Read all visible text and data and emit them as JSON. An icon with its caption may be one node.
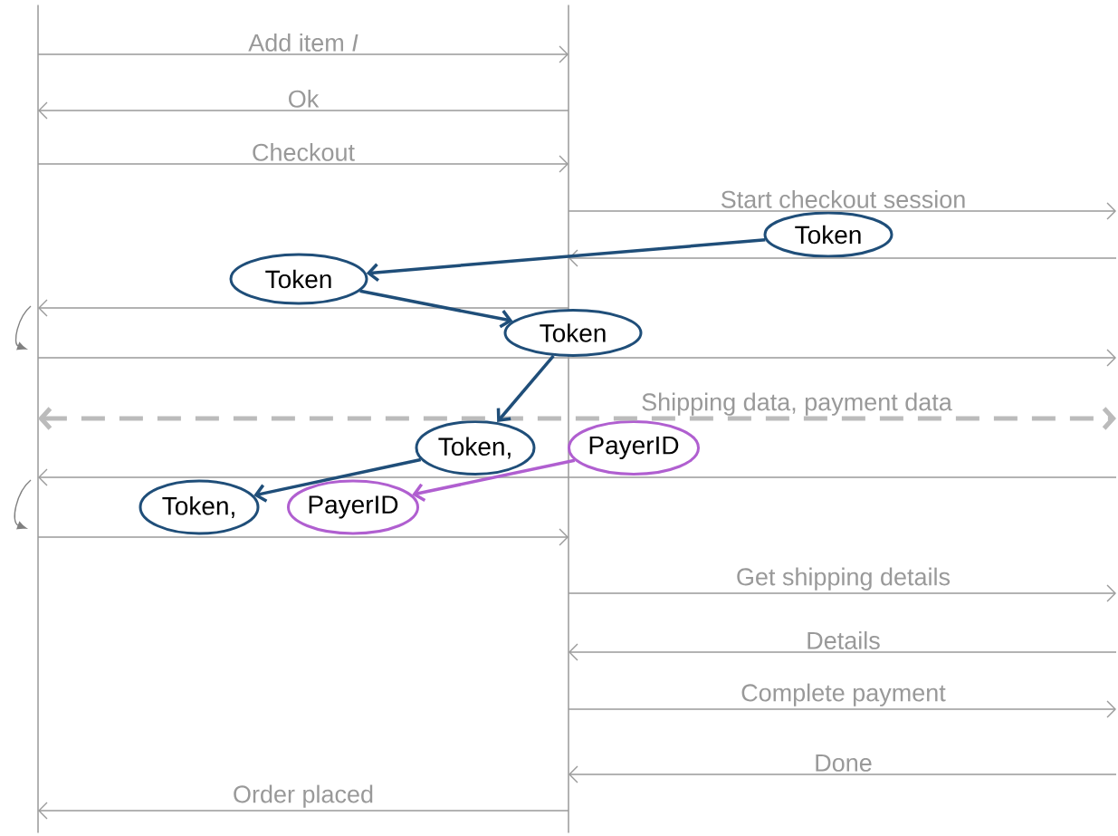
{
  "diagram": {
    "nodes": [
      {
        "text": [],
        "shape": "line"
      },
      {
        "text": [],
        "shape": "line"
      },
      {
        "text": [
          "Token"
        ]
      },
      {
        "text": [
          "Token"
        ]
      },
      {
        "text": [
          "Token"
        ]
      },
      {
        "text": [
          "Token,"
        ]
      },
      {
        "text": [
          "PayerID"
        ]
      },
      {
        "text": [
          "Token,"
        ]
      },
      {
        "text": [
          "PayerID"
        ]
      }
    ],
    "edges": [
      {
        "from": 0,
        "to": 1,
        "arrow": "to",
        "label": "Add item *I*"
      },
      {
        "from": 1,
        "to": 0,
        "arrow": "to",
        "label": "Ok"
      },
      {
        "from": 0,
        "to": 1,
        "arrow": "to",
        "label": "Checkout"
      },
      {
        "from": 1,
        "to": null,
        "arrow": "to",
        "label": "Start checkout session"
      },
      {
        "from": null,
        "to": 1,
        "arrow": "to"
      },
      {
        "from": 1,
        "to": 0,
        "arrow": "to"
      },
      {
        "from": 0,
        "to": null,
        "arrow": "to"
      },
      {
        "from": 0,
        "to": null,
        "arrow": "both",
        "label": "Shipping data, payment data",
        "style": "dashed",
        "color": "#bbbbbb"
      },
      {
        "from": null,
        "to": 0,
        "arrow": "to"
      },
      {
        "from": 0,
        "to": 1,
        "arrow": "to"
      },
      {
        "from": 1,
        "to": null,
        "arrow": "to",
        "label": "Get shipping details"
      },
      {
        "from": null,
        "to": 1,
        "arrow": "to",
        "label": "Details"
      },
      {
        "from": 1,
        "to": null,
        "arrow": "to",
        "label": "Complete payment"
      },
      {
        "from": null,
        "to": 1,
        "arrow": "to",
        "label": "Done"
      },
      {
        "from": 1,
        "to": 0,
        "arrow": "to",
        "label": "Order placed"
      },
      {
        "from": 2,
        "to": 3,
        "arrow": "to",
        "style": "thick",
        "color": "#1f4e79"
      },
      {
        "from": 3,
        "to": 4,
        "arrow": "to",
        "style": "thick",
        "color": "#1f4e79"
      },
      {
        "from": 4,
        "to": 5,
        "arrow": "to",
        "style": "thick",
        "color": "#1f4e79"
      },
      {
        "from": 5,
        "to": 7,
        "arrow": "to",
        "style": "thick",
        "color": "#1f4e79"
      },
      {
        "from": 6,
        "to": 8,
        "arrow": "to",
        "style": "thick",
        "color": "#b05fd0"
      }
    ]
  }
}
